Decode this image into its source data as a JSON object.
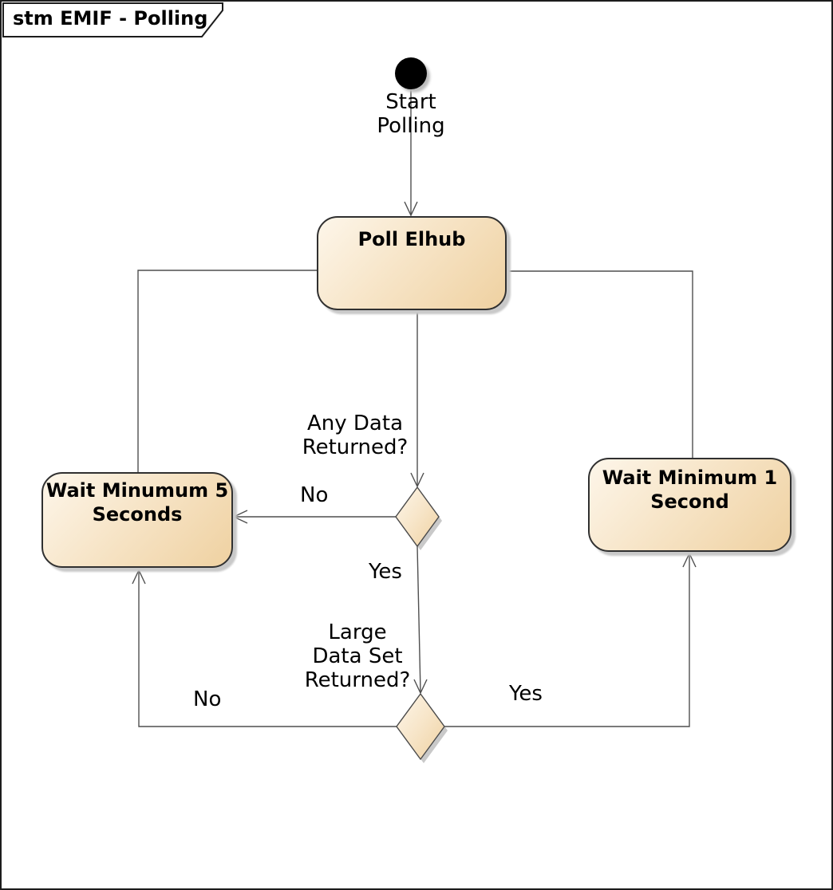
{
  "frame": {
    "title": "stm EMIF - Polling"
  },
  "nodes": {
    "start": {
      "label": "Start\nPolling"
    },
    "poll": {
      "label": "Poll Elhub"
    },
    "wait5": {
      "label": "Wait Minumum 5\nSeconds"
    },
    "wait1": {
      "label": "Wait Minimum 1\nSecond"
    }
  },
  "decisions": {
    "any_data": {
      "label": "Any Data\nReturned?"
    },
    "large_data": {
      "label": "Large\nData Set\nReturned?"
    }
  },
  "edge_labels": {
    "any_no": "No",
    "any_yes": "Yes",
    "large_no": "No",
    "large_yes": "Yes"
  },
  "colors": {
    "node_fill_light": "#fcf3e6",
    "node_fill_dark": "#efd1a1",
    "node_border": "#303030",
    "shadow": "#c9c9c9",
    "connector": "#4f4f4f",
    "initial_node": "#000000",
    "background": "#ffffff"
  }
}
